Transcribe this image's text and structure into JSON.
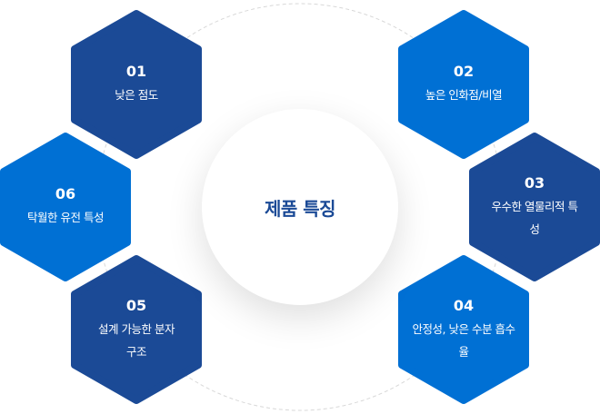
{
  "title": "제품 특징",
  "colors": {
    "dark": "#1b4a96",
    "bright": "#0070d4",
    "title": "#1b4a96"
  },
  "features": [
    {
      "num": "01",
      "label": "낮은 점도",
      "color": "#1b4a96"
    },
    {
      "num": "02",
      "label": "높은 인화점/비열",
      "color": "#0070d4"
    },
    {
      "num": "03",
      "label": "우수한 열물리적 특성",
      "color": "#1b4a96"
    },
    {
      "num": "04",
      "label": "안정성, 낮은 수분 흡수율",
      "color": "#0070d4"
    },
    {
      "num": "05",
      "label": "설계 가능한 분자 구조",
      "color": "#1b4a96"
    },
    {
      "num": "06",
      "label": "탁월한 유전 특성",
      "color": "#0070d4"
    }
  ]
}
